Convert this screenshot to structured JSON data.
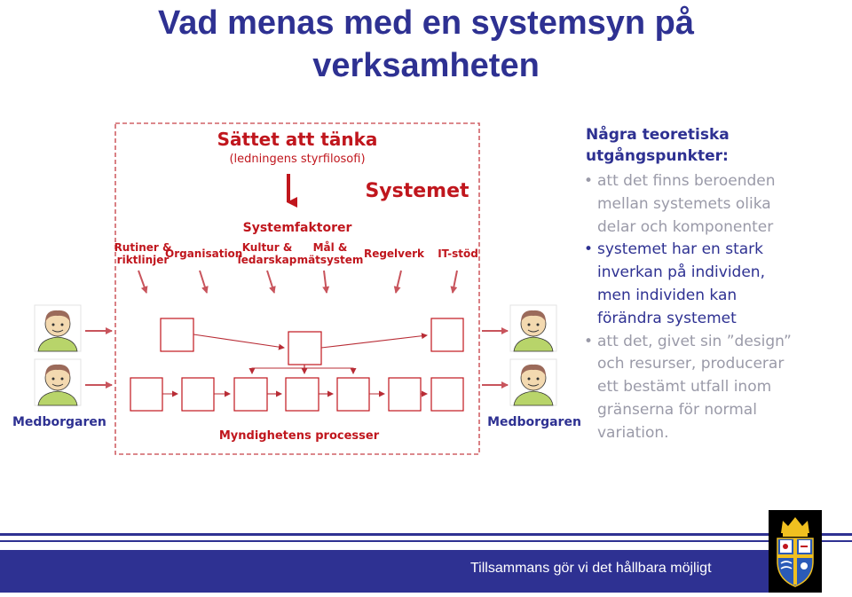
{
  "slide": {
    "title_line1": "Vad menas med en systemsyn på",
    "title_line2": "verksamheten"
  },
  "diagram": {
    "heading": "Sättet att tänka",
    "subheading": "(ledningens styrfilosofi)",
    "systemet": "Systemet",
    "systemfaktorer": "Systemfaktorer",
    "factors": {
      "rutiner_line1": "Rutiner &",
      "rutiner_line2": "riktlinjer",
      "organisation": "Organisation",
      "kultur_line1": "Kultur &",
      "kultur_line2": "ledarskap",
      "mal_line1": "Mål &",
      "mal_line2": "mätsystem",
      "regelverk": "Regelverk",
      "itstod": "IT-stöd"
    },
    "processer": "Myndighetens processer",
    "medborgaren_left": "Medborgaren",
    "medborgaren_right": "Medborgaren",
    "colors": {
      "label_red": "#c0161d",
      "arrow_red": "#c8545c",
      "box_border": "#c0161d",
      "blue": "#2e3192"
    }
  },
  "sidebar": {
    "heading_line1": "Några teoretiska",
    "heading_line2": "utgångspunkter:",
    "bullets": [
      {
        "line1": "att det finns beroenden",
        "line2": "mellan systemets olika",
        "line3": "delar och komponenter"
      },
      {
        "line1": "systemet har en stark",
        "line2": "inverkan på individen,",
        "line3": "men individen kan",
        "line4": "förändra systemet"
      },
      {
        "line1": "att det, givet sin ”design”",
        "line2": "och resurser, producerar",
        "line3": "ett bestämt utfall inom",
        "line4": "gränserna för normal",
        "line5": "variation."
      }
    ]
  },
  "footer": {
    "tagline": "Tillsammans gör vi det hållbara möjligt",
    "logo_icon": "coat-of-arms-icon"
  }
}
